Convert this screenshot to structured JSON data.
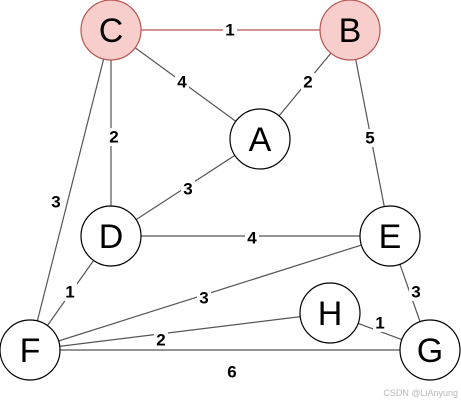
{
  "graph": {
    "highlight_color": "#f8cecc",
    "highlight_edge_color": "#b85450",
    "node_fill": "#ffffff",
    "node_stroke": "#000000",
    "edge_color": "#555555",
    "nodes": [
      {
        "id": "C",
        "label": "C",
        "highlighted": true
      },
      {
        "id": "B",
        "label": "B",
        "highlighted": true
      },
      {
        "id": "A",
        "label": "A",
        "highlighted": false
      },
      {
        "id": "D",
        "label": "D",
        "highlighted": false
      },
      {
        "id": "E",
        "label": "E",
        "highlighted": false
      },
      {
        "id": "H",
        "label": "H",
        "highlighted": false
      },
      {
        "id": "F",
        "label": "F",
        "highlighted": false
      },
      {
        "id": "G",
        "label": "G",
        "highlighted": false
      }
    ],
    "edges": [
      {
        "from": "C",
        "to": "B",
        "weight": "1",
        "highlighted": true
      },
      {
        "from": "C",
        "to": "A",
        "weight": "4",
        "highlighted": false
      },
      {
        "from": "B",
        "to": "A",
        "weight": "2",
        "highlighted": false
      },
      {
        "from": "C",
        "to": "D",
        "weight": "2",
        "highlighted": false
      },
      {
        "from": "C",
        "to": "F",
        "weight": "3",
        "highlighted": false
      },
      {
        "from": "B",
        "to": "E",
        "weight": "5",
        "highlighted": false
      },
      {
        "from": "A",
        "to": "D",
        "weight": "3",
        "highlighted": false
      },
      {
        "from": "D",
        "to": "E",
        "weight": "4",
        "highlighted": false
      },
      {
        "from": "D",
        "to": "F",
        "weight": "1",
        "highlighted": false
      },
      {
        "from": "F",
        "to": "E",
        "weight": "3",
        "highlighted": false
      },
      {
        "from": "E",
        "to": "G",
        "weight": "3",
        "highlighted": false
      },
      {
        "from": "F",
        "to": "H",
        "weight": "2",
        "highlighted": false
      },
      {
        "from": "H",
        "to": "G",
        "weight": "1",
        "highlighted": false
      },
      {
        "from": "F",
        "to": "G",
        "weight": "6",
        "highlighted": false
      }
    ]
  },
  "watermark": "CSDN @LiAnyung"
}
